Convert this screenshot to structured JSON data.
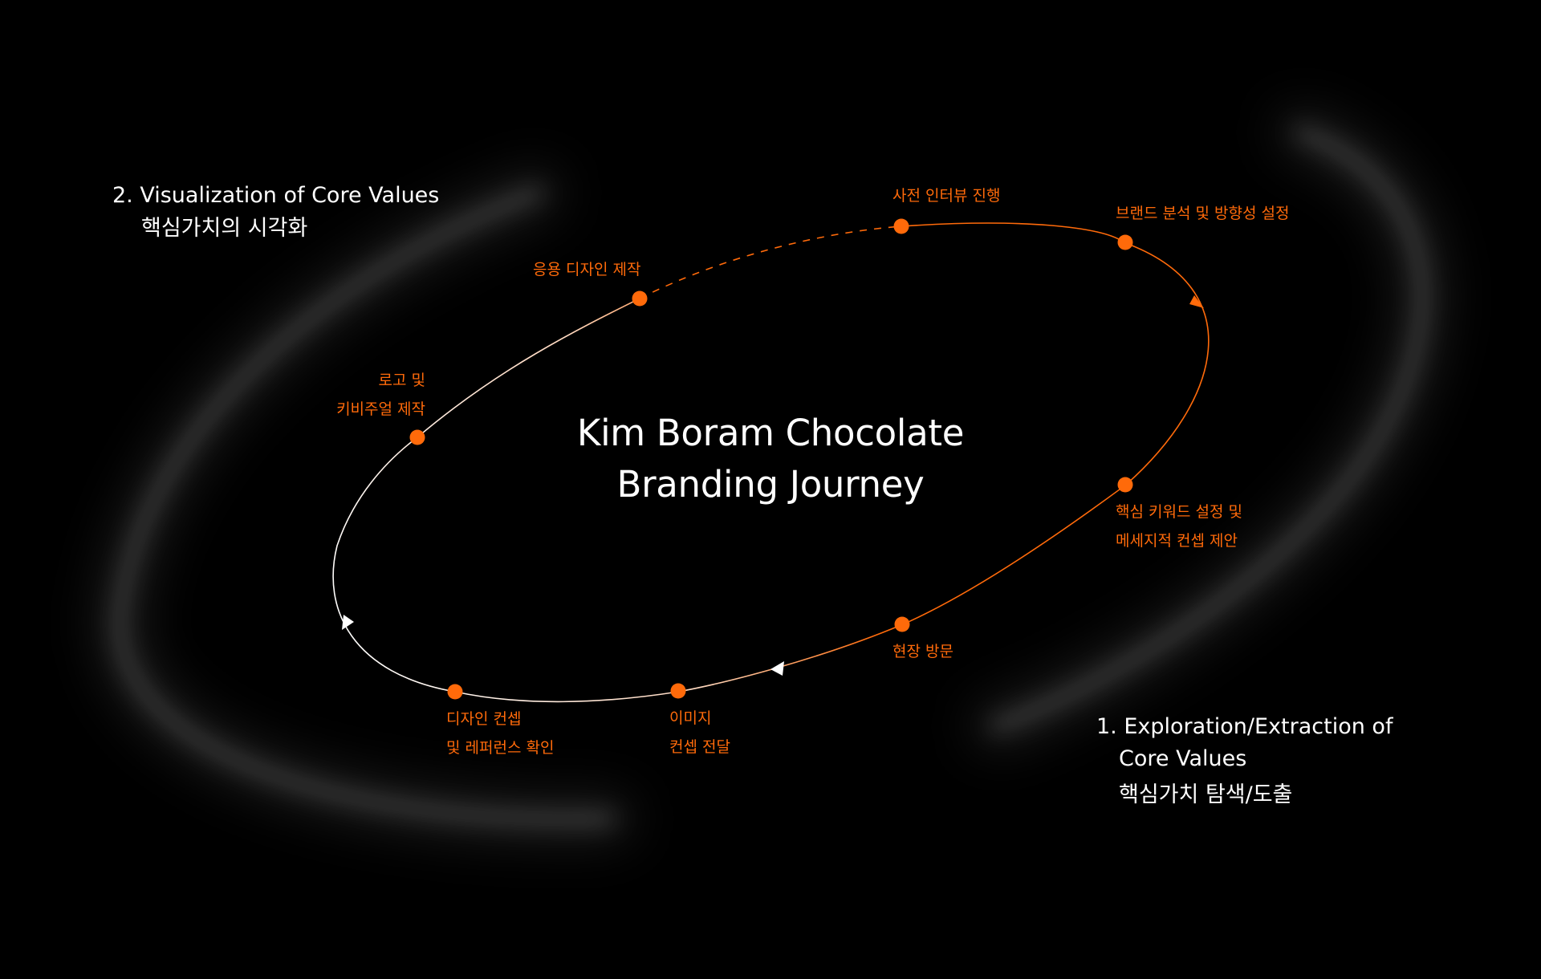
{
  "title": {
    "line1": "Kim Boram Chocolate",
    "line2": "Branding Journey"
  },
  "phases": {
    "phase1": {
      "line1": "1. Exploration/Extraction of",
      "line2": "Core Values",
      "ko": "핵심가치 탐색/도출"
    },
    "phase2": {
      "en": "2. Visualization of Core Values",
      "ko": "핵심가치의 시각화"
    }
  },
  "steps": {
    "interview": {
      "line1": "사전 인터뷰 진행"
    },
    "brand_analysis": {
      "line1": "브랜드 분석 및 방향성 설정"
    },
    "keyword": {
      "line1": "핵심 키워드 설정 및",
      "line2": "메세지적 컨셉 제안"
    },
    "site_visit": {
      "line1": "현장 방문"
    },
    "image_concept": {
      "line1": "이미지",
      "line2": "컨셉 전달"
    },
    "design_concept": {
      "line1": "디자인 컨셉",
      "line2": "및 레퍼런스 확인"
    },
    "logo": {
      "line1": "로고 및",
      "line2": "키비주얼 제작"
    },
    "application": {
      "line1": "응용 디자인 제작"
    }
  },
  "colors": {
    "accent": "#ff6a0a",
    "background": "#000000",
    "text": "#ffffff",
    "path_light": "#e8e8e8"
  },
  "icons": {
    "node": "filled-circle",
    "direction": "arrowhead"
  }
}
